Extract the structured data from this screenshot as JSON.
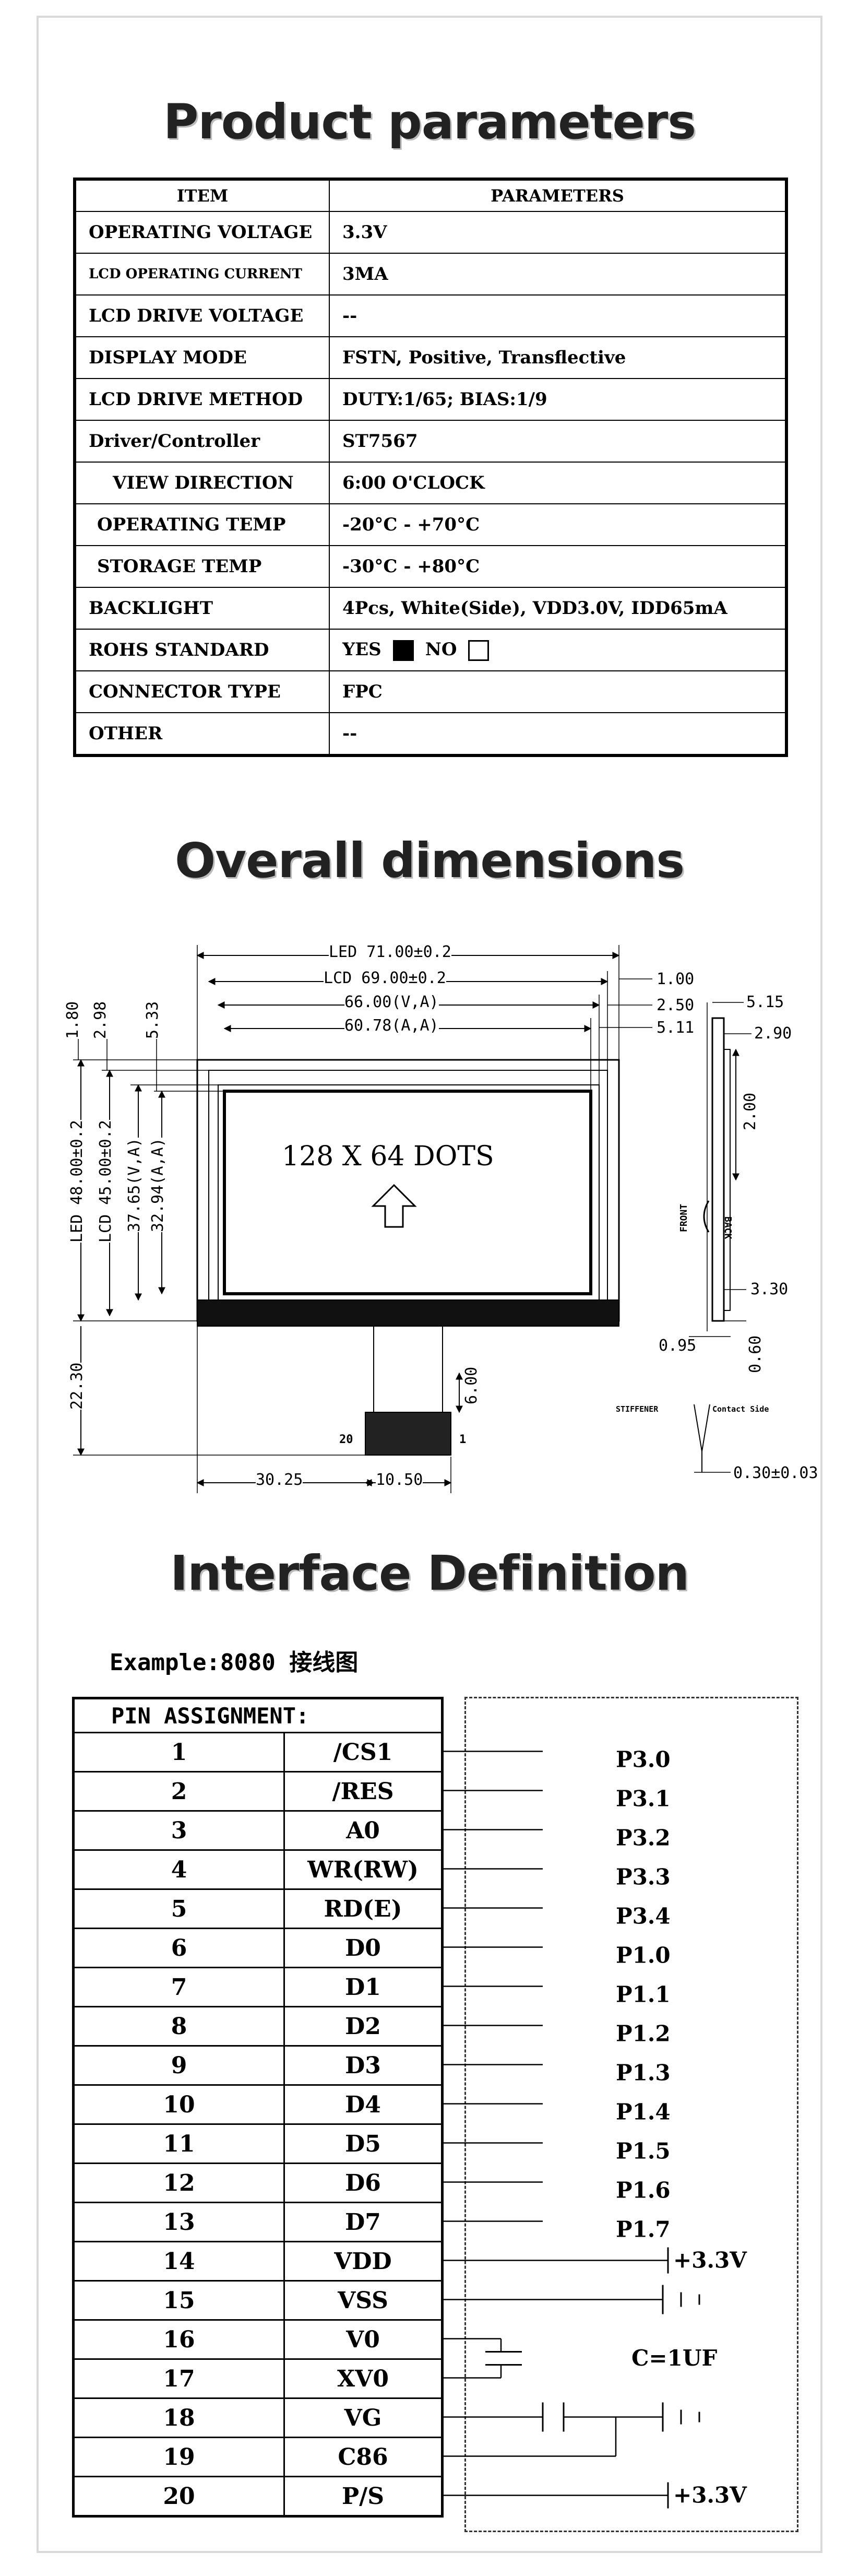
{
  "titles": {
    "params": "Product parameters",
    "dimensions": "Overall dimensions",
    "interface": "Interface Definition"
  },
  "params": {
    "header_item": "ITEM",
    "header_param": "PARAMETERS",
    "rows": [
      {
        "item": "OPERATING VOLTAGE",
        "value": "3.3V"
      },
      {
        "item": "LCD OPERATING CURRENT",
        "value": "3MA"
      },
      {
        "item": "LCD DRIVE VOLTAGE",
        "value": "--"
      },
      {
        "item": "DISPLAY MODE",
        "value": "FSTN, Positive, Transflective"
      },
      {
        "item": "LCD DRIVE METHOD",
        "value": "DUTY:1/65; BIAS:1/9"
      },
      {
        "item": "Driver/Controller",
        "value": "ST7567"
      },
      {
        "item": "VIEW DIRECTION",
        "value": "6:00 O'CLOCK"
      },
      {
        "item": "OPERATING TEMP",
        "value": "-20°C - +70°C"
      },
      {
        "item": "STORAGE TEMP",
        "value": "-30°C - +80°C"
      },
      {
        "item": "BACKLIGHT",
        "value": "4Pcs, White(Side), VDD3.0V, IDD65mA"
      },
      {
        "item": "ROHS STANDARD",
        "yes": "YES",
        "no": "NO"
      },
      {
        "item": "CONNECTOR TYPE",
        "value": "FPC"
      },
      {
        "item": "OTHER",
        "value": "--"
      }
    ]
  },
  "dims": {
    "led_w": "LED 71.00±0.2",
    "lcd_w": "LCD 69.00±0.2",
    "va_w": "66.00(V,A)",
    "aa_w": "60.78(A,A)",
    "r1": "1.00",
    "r2": "2.50",
    "r3": "5.11",
    "t1": "1.80",
    "t2": "2.98",
    "t3": "5.33",
    "led_h": "LED 48.00±0.2",
    "lcd_h": "LCD 45.00±0.2",
    "va_h": "37.65(V,A)",
    "aa_h": "32.94(A,A)",
    "fpc_len": "22.30",
    "fpc_w": "6.00",
    "left_off": "30.25",
    "fpc_width": "10.50",
    "pin20": "20",
    "pin1": "1",
    "dots": "128 X 64 DOTS",
    "s1": "5.15",
    "s2": "2.90",
    "s3": "2.00",
    "s4": "3.30",
    "s5": "0.95",
    "s6": "0.60",
    "front": "FRONT",
    "back": "BACK",
    "stiff": "STIFFENER",
    "contact": "Contact Side",
    "thick": "0.30±0.03"
  },
  "iface": {
    "example": "Example:8080 接线图",
    "header": "PIN ASSIGNMENT:",
    "pins": [
      {
        "n": "1",
        "name": "/CS1",
        "conn": "P3.0"
      },
      {
        "n": "2",
        "name": "/RES",
        "conn": "P3.1"
      },
      {
        "n": "3",
        "name": "A0",
        "conn": "P3.2"
      },
      {
        "n": "4",
        "name": "WR(RW)",
        "conn": "P3.3"
      },
      {
        "n": "5",
        "name": "RD(E)",
        "conn": "P3.4"
      },
      {
        "n": "6",
        "name": "D0",
        "conn": "P1.0"
      },
      {
        "n": "7",
        "name": "D1",
        "conn": "P1.1"
      },
      {
        "n": "8",
        "name": "D2",
        "conn": "P1.2"
      },
      {
        "n": "9",
        "name": "D3",
        "conn": "P1.3"
      },
      {
        "n": "10",
        "name": "D4",
        "conn": "P1.4"
      },
      {
        "n": "11",
        "name": "D5",
        "conn": "P1.5"
      },
      {
        "n": "12",
        "name": "D6",
        "conn": "P1.6"
      },
      {
        "n": "13",
        "name": "D7",
        "conn": "P1.7"
      },
      {
        "n": "14",
        "name": "VDD",
        "conn": "+3.3V"
      },
      {
        "n": "15",
        "name": "VSS",
        "conn": ""
      },
      {
        "n": "16",
        "name": "V0",
        "conn": ""
      },
      {
        "n": "17",
        "name": "XV0",
        "conn": "C=1UF"
      },
      {
        "n": "18",
        "name": "VG",
        "conn": ""
      },
      {
        "n": "19",
        "name": "C86",
        "conn": ""
      },
      {
        "n": "20",
        "name": "P/S",
        "conn": "+3.3V"
      }
    ]
  }
}
